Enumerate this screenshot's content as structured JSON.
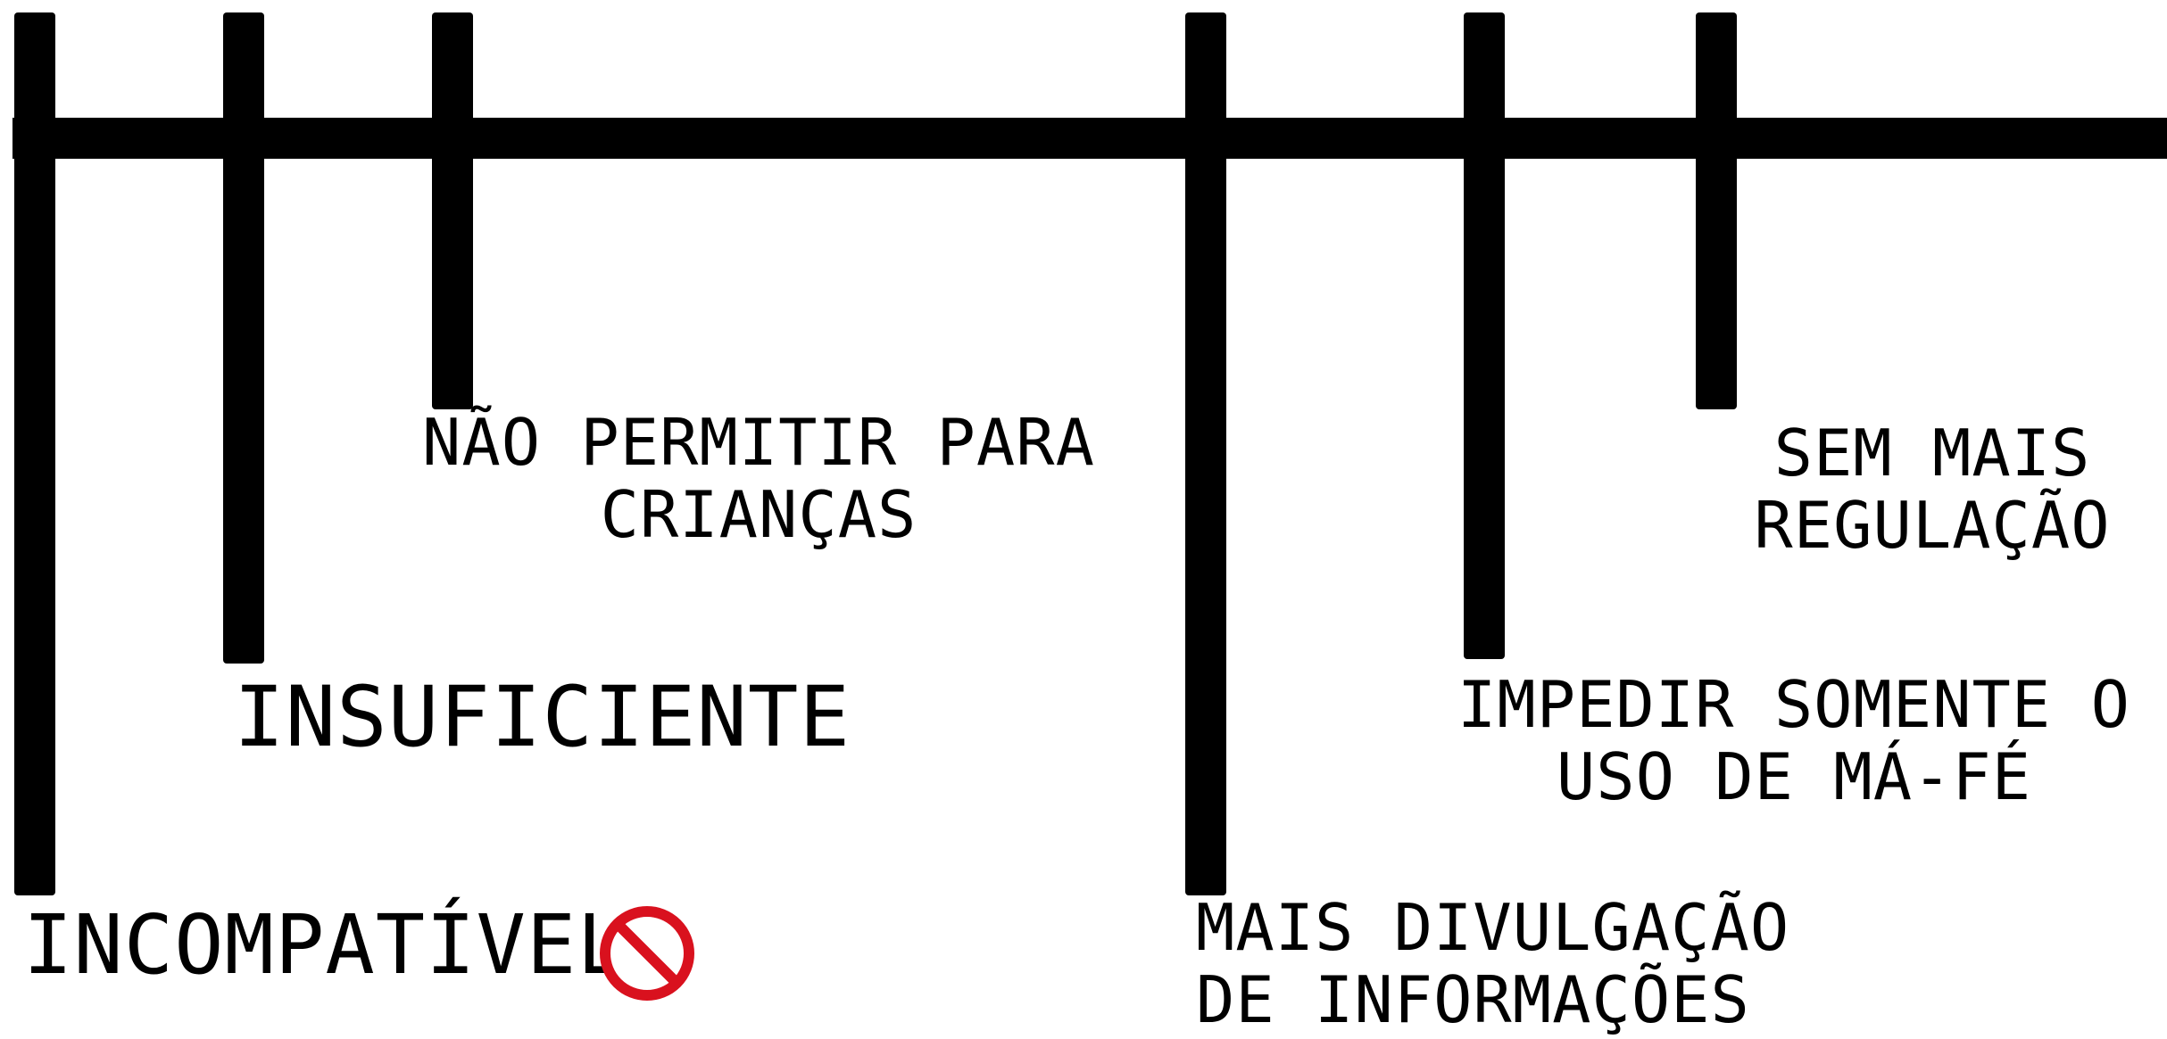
{
  "timeline": {
    "rail_color": "#000000",
    "stages": [
      {
        "label": "INCOMPATÍVEL"
      },
      {
        "label": "INSUFICIENTE"
      },
      {
        "label": "NÃO PERMITIR PARA\nCRIANÇAS"
      },
      {
        "label": "MAIS DIVULGAÇÃO\nDE INFORMAÇÕES"
      },
      {
        "label": "IMPEDIR SOMENTE O\nUSO DE MÁ-FÉ"
      },
      {
        "label": "SEM MAIS\nREGULAÇÃO"
      }
    ],
    "prohibited_icon": {
      "name": "prohibited-icon",
      "color": "#d9111e"
    }
  }
}
